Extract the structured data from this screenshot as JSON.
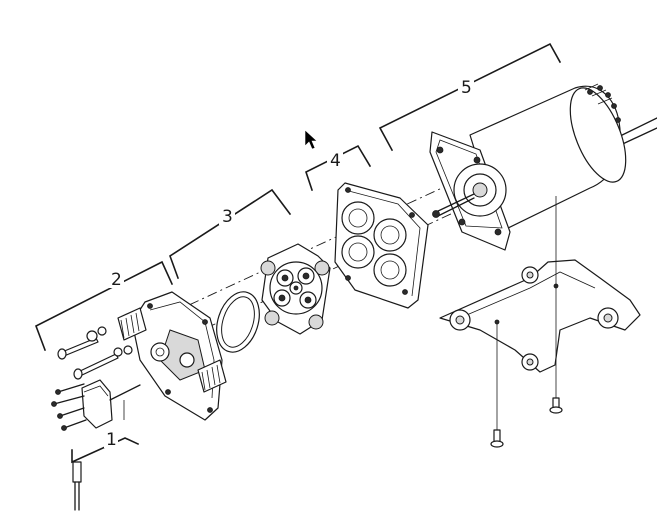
{
  "diagram": {
    "callouts": [
      {
        "id": "1",
        "label": "1"
      },
      {
        "id": "2",
        "label": "2"
      },
      {
        "id": "3",
        "label": "3"
      },
      {
        "id": "4",
        "label": "4"
      },
      {
        "id": "5",
        "label": "5"
      }
    ],
    "colors": {
      "line": "#1a1a1a",
      "background": "#ffffff",
      "shade": "#d9d9d9"
    },
    "icons": {
      "cursor": "mouse-pointer-icon"
    }
  }
}
